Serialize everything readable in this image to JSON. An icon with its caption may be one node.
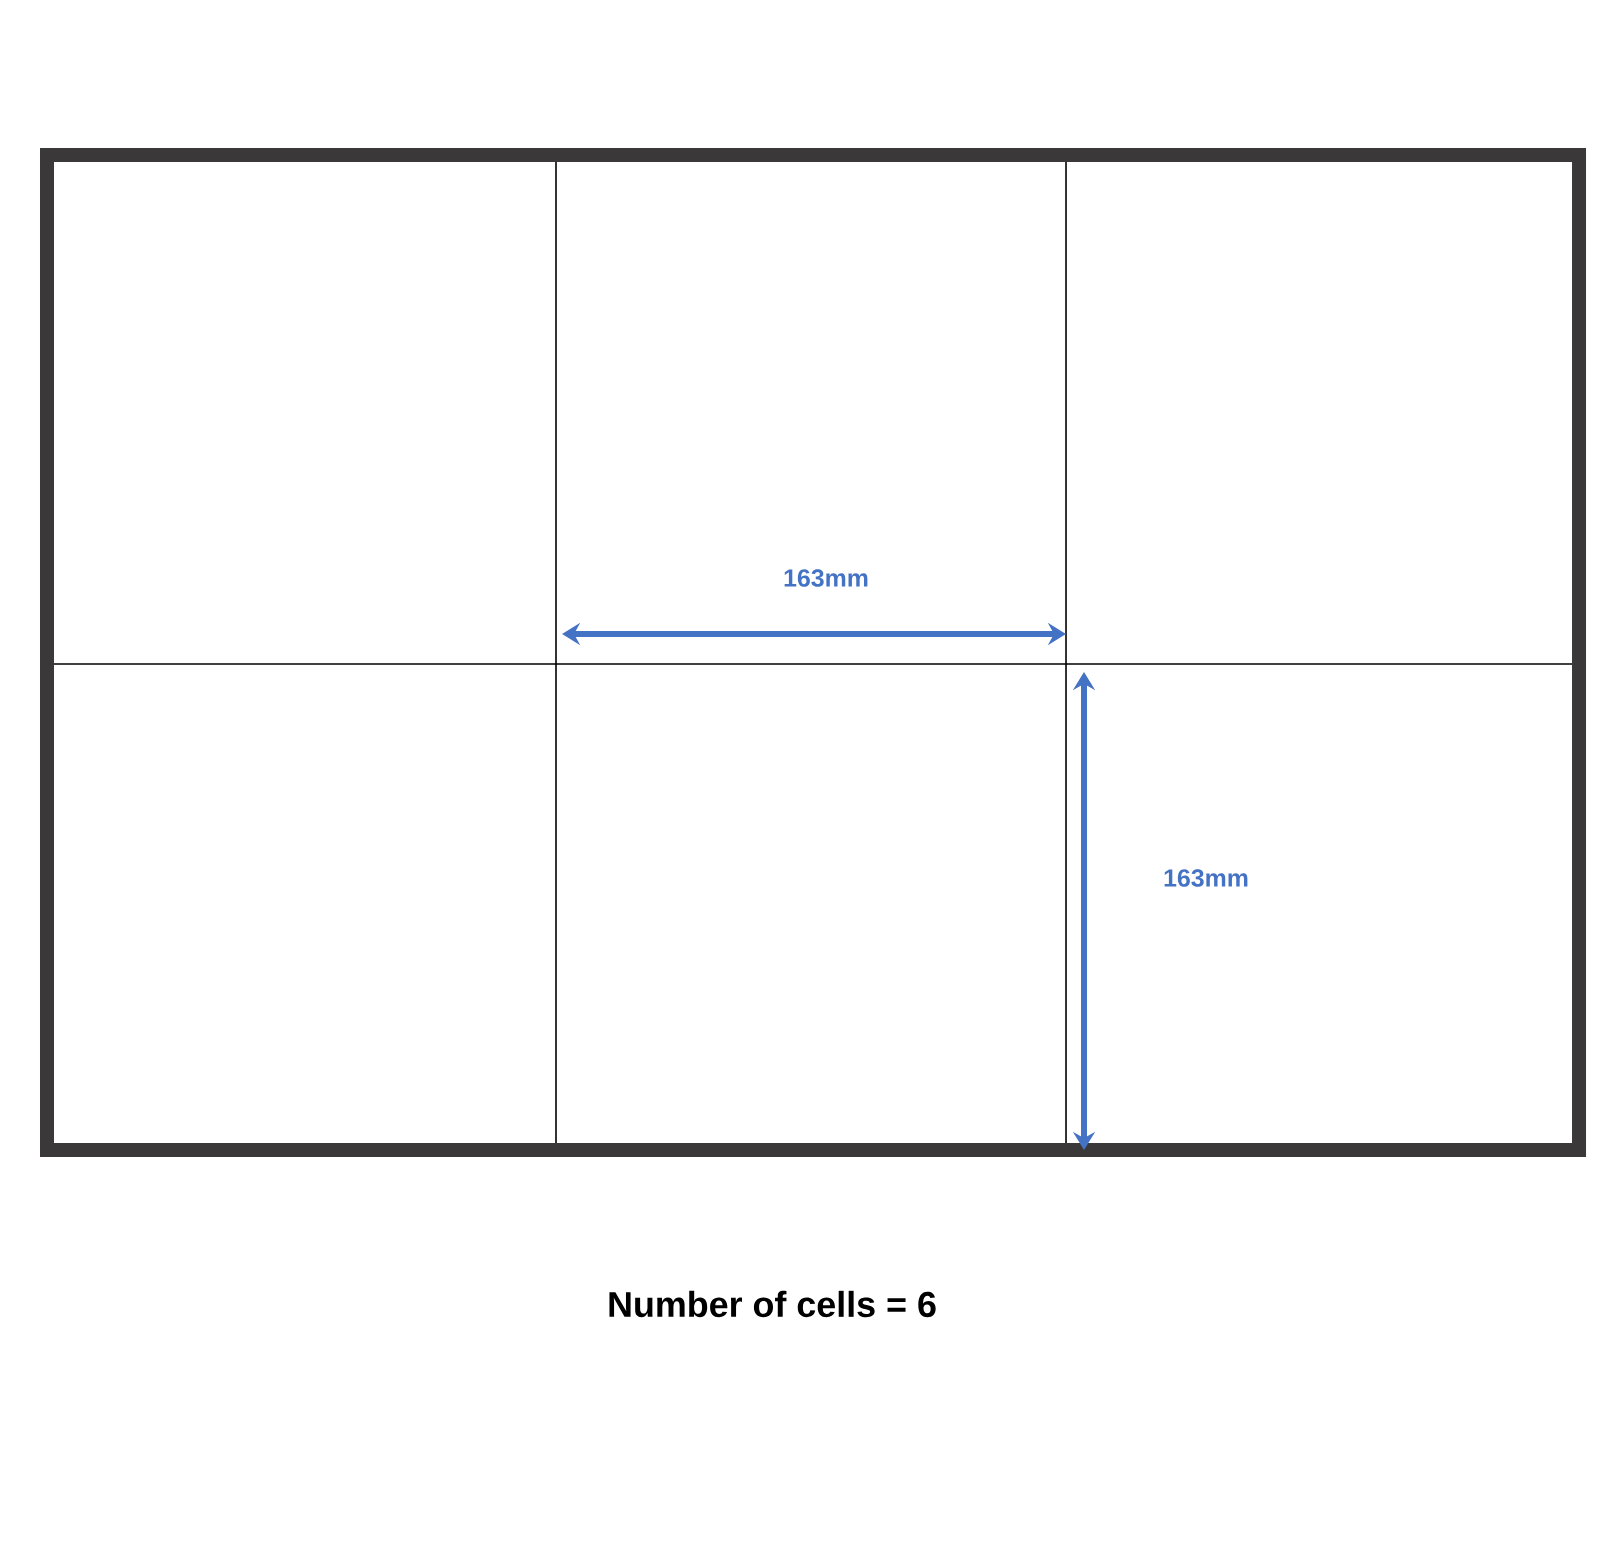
{
  "diagram": {
    "caption": "Number of cells = 6",
    "labels": [
      "163mm",
      "163mm"
    ]
  }
}
